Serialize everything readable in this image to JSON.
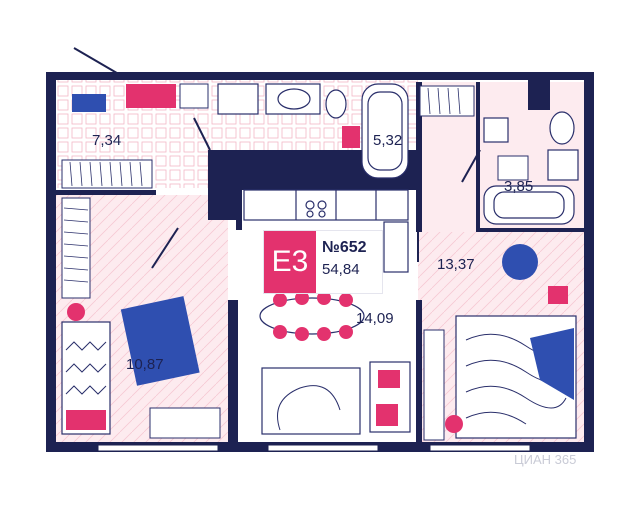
{
  "apartment": {
    "code": "Е3",
    "number": "№652",
    "total_area": "54,84"
  },
  "rooms": [
    {
      "id": "hallway",
      "area": "7,34"
    },
    {
      "id": "bathroom",
      "area": "5,32"
    },
    {
      "id": "bathroom2",
      "area": "3,85"
    },
    {
      "id": "bedroom",
      "area": "13,37"
    },
    {
      "id": "kitchen-living",
      "area": "14,09"
    },
    {
      "id": "kids-room",
      "area": "10,87"
    }
  ],
  "watermark": "ЦИАН 365",
  "colors": {
    "wall": "#1d2252",
    "accent": "#e3326e",
    "floor": "#fdebef",
    "line": "#2a2f6b"
  }
}
